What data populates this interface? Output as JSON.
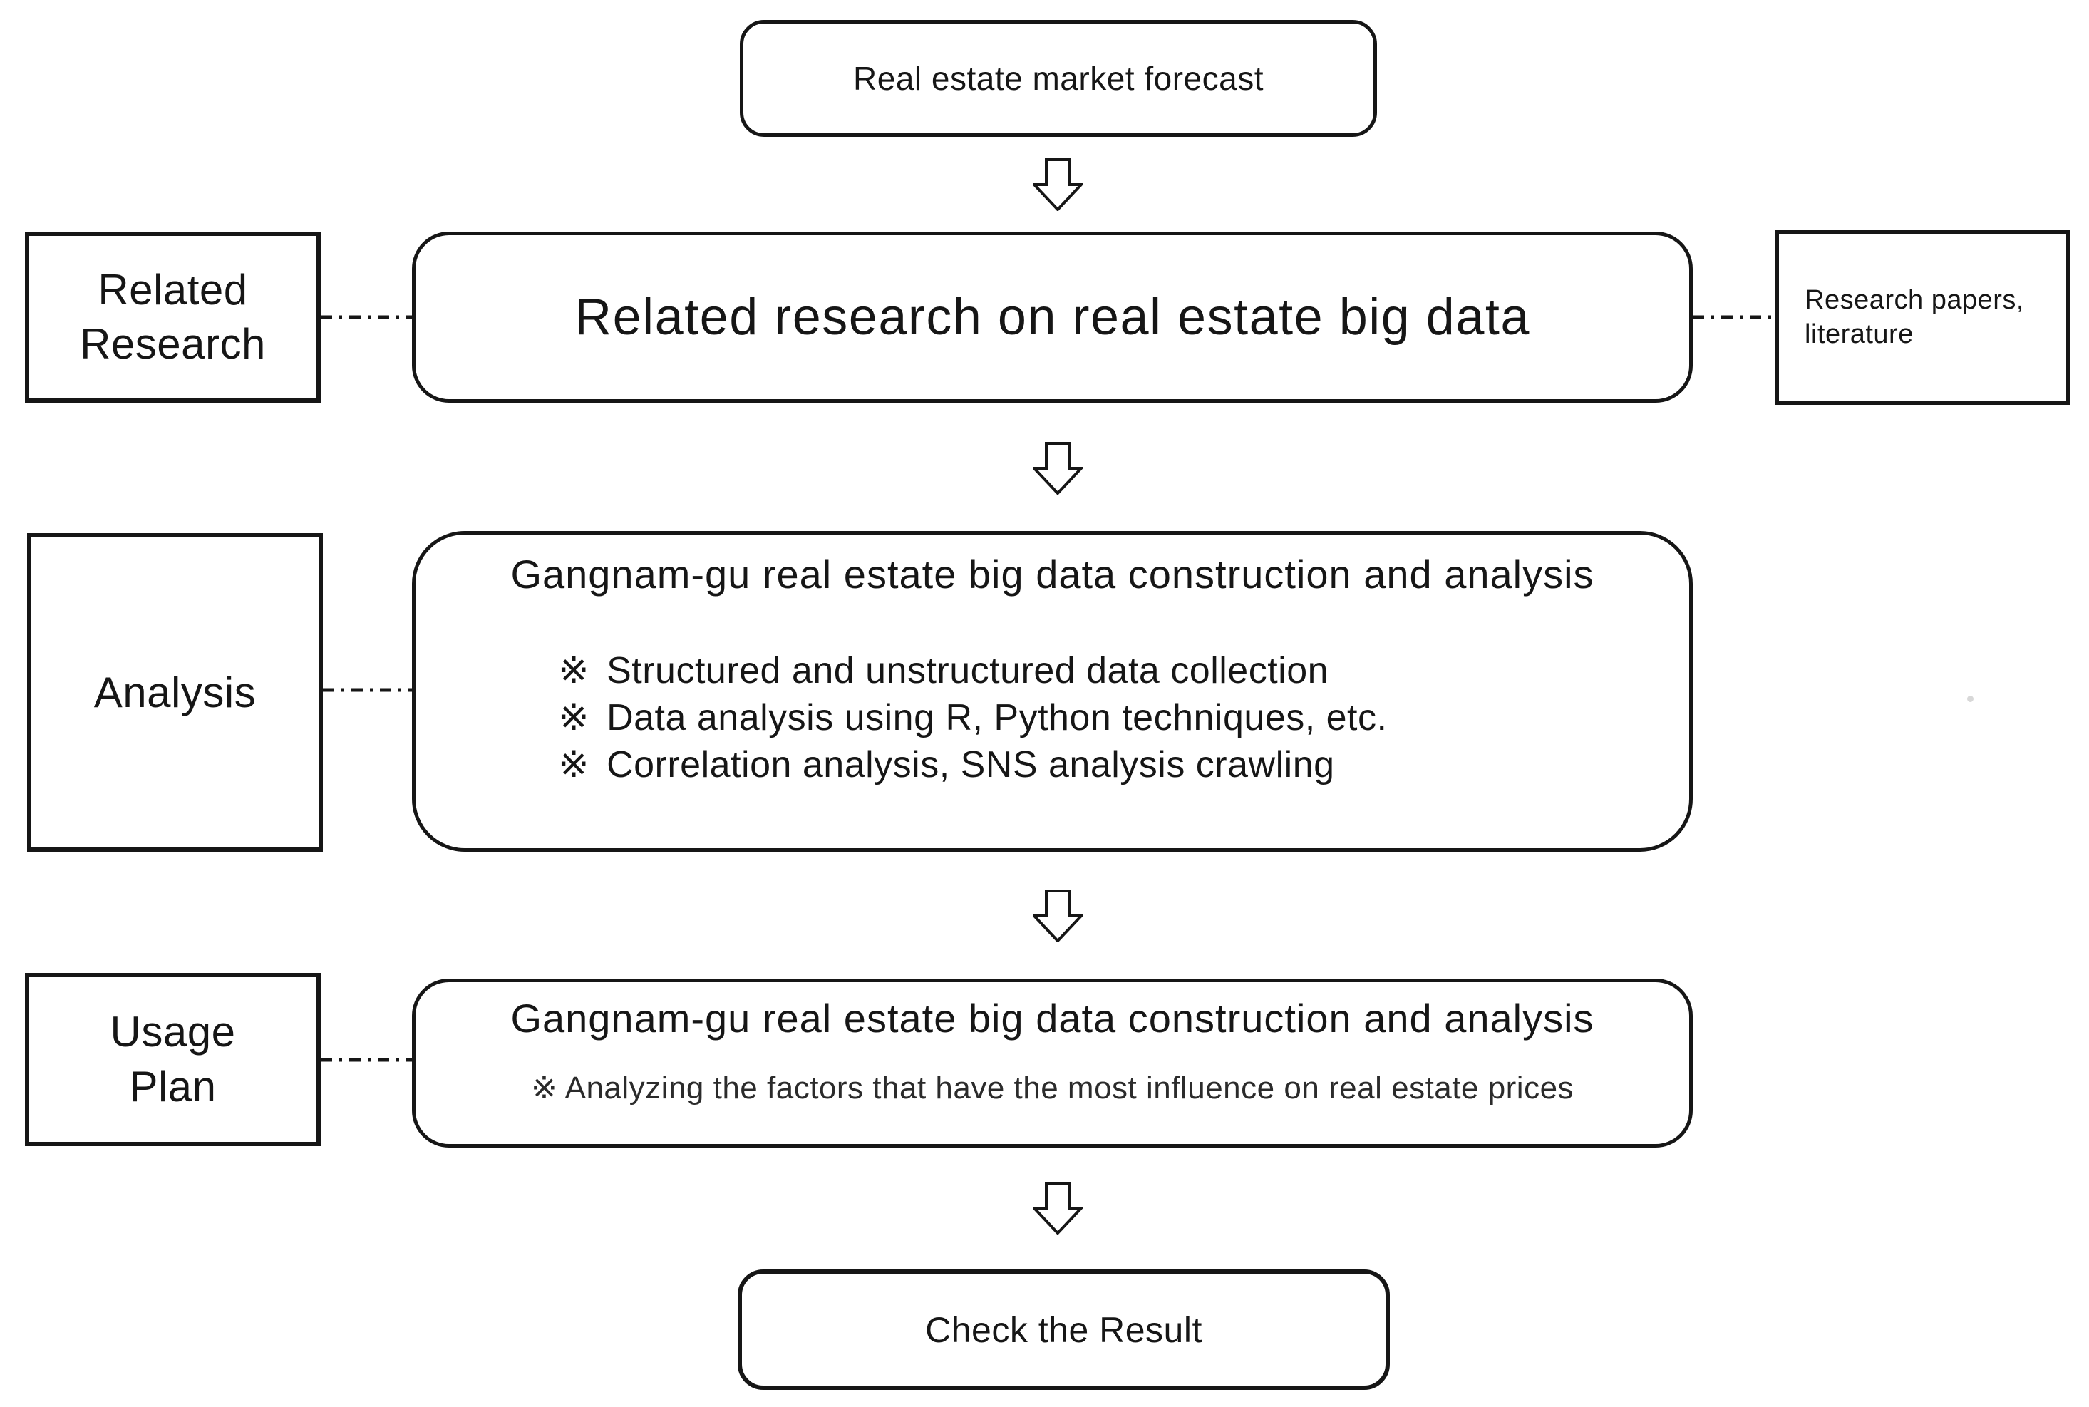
{
  "colors": {
    "background": "#ffffff",
    "line": "#161616",
    "text": "#161616"
  },
  "icons": {
    "down_arrow": "hollow-down-arrow",
    "connector_style": "dash-dot-line",
    "bullet_marker_glyph": "reference-mark"
  },
  "nodes": {
    "forecast": {
      "label": "Real estate market forecast"
    },
    "related_side": {
      "line1": "Related",
      "line2": "Research"
    },
    "related_main": {
      "label": "Related research on real estate big data"
    },
    "sources": {
      "line1": "Research papers,",
      "line2": "literature"
    },
    "analysis_side": {
      "label": "Analysis"
    },
    "analysis_main": {
      "title": "Gangnam-gu real estate big data construction and analysis",
      "bullet_marker": "※",
      "bullets": [
        "Structured and unstructured data collection",
        "Data analysis using R, Python techniques, etc.",
        "Correlation analysis, SNS analysis crawling"
      ]
    },
    "usage_side": {
      "line1": "Usage",
      "line2": "Plan"
    },
    "usage_main": {
      "title": "Gangnam-gu real estate big data construction and analysis",
      "note_marker": "※",
      "note": "Analyzing the factors that have the most influence on real estate prices"
    },
    "result": {
      "label": "Check the Result"
    }
  }
}
